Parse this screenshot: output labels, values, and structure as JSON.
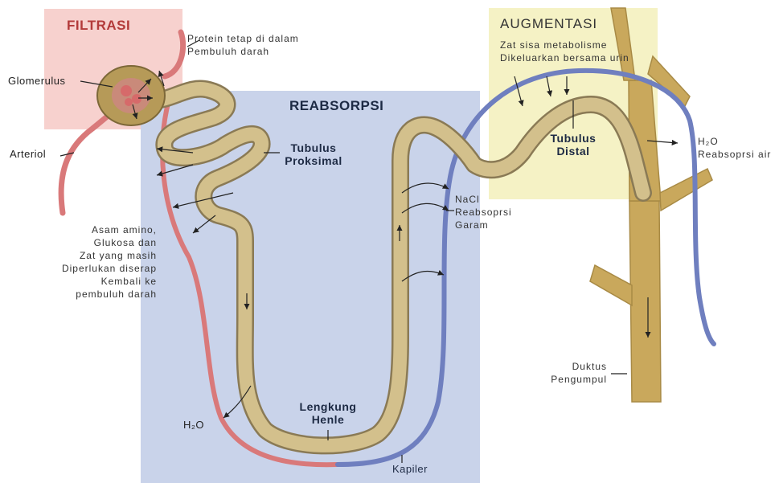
{
  "regions": {
    "filtrasi": "FILTRASI",
    "reabsorpsi": "REABSORPSI",
    "augmentasi": "AUGMENTASI"
  },
  "labels": {
    "protein": [
      "Protein tetap di dalam",
      "Pembuluh darah"
    ],
    "glomerulus": "Glomerulus",
    "arteriol": "Arteriol",
    "asam_amino": [
      "Asam amino,",
      "Glukosa dan",
      "Zat yang masih",
      "Diperlukan diserap",
      "Kembali ke",
      "pembuluh darah"
    ],
    "tubulus_proksimal": [
      "Tubulus",
      "Proksimal"
    ],
    "lengkung_henle": [
      "Lengkung",
      "Henle"
    ],
    "h2o_left": "H₂O",
    "kapiler": "Kapiler",
    "nacl": [
      "NaCl",
      "Reabsoprsi",
      "Garam"
    ],
    "zat_sisa": [
      "Zat sisa metabolisme",
      "Dikeluarkan bersama urin"
    ],
    "tubulus_distal": [
      "Tubulus",
      "Distal"
    ],
    "h2o_right": [
      "H₂O",
      "Reabsoprsi air"
    ],
    "duktus": [
      "Duktus",
      "Pengumpul"
    ]
  },
  "colors": {
    "filtrasi_bg": "#f6c9c6",
    "reabsorpsi_bg": "#c9d3ea",
    "augmentasi_bg": "#f6f3c4",
    "tubule": "#c8b27c",
    "artery": "#d9797a",
    "vein": "#6f7fbf",
    "duct": "#c9a85c"
  }
}
